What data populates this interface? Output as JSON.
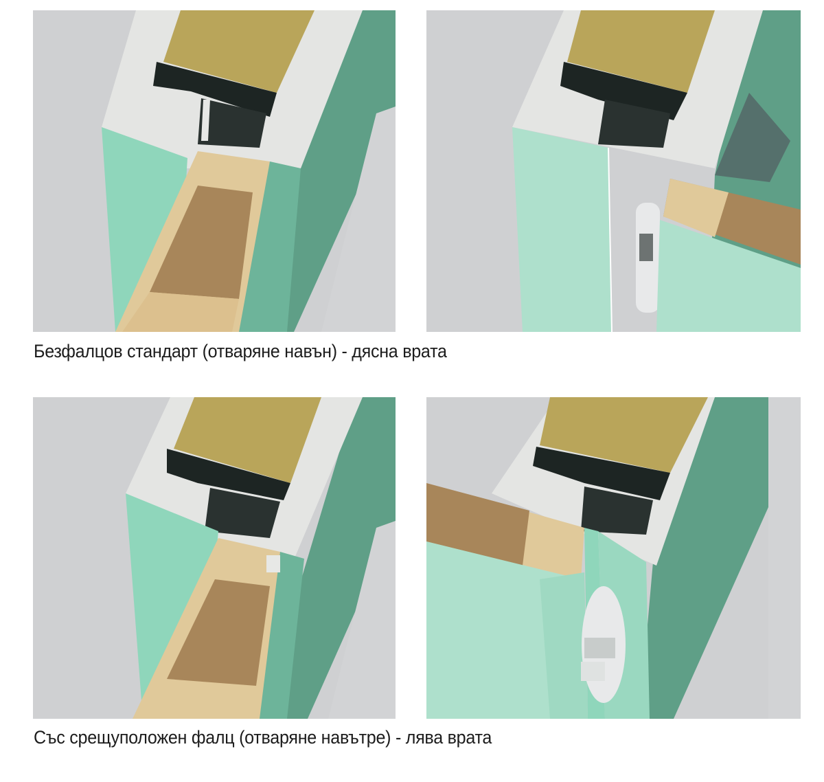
{
  "sections": [
    {
      "caption": "Безфалцов стандарт (отваряне навън) - дясна врата",
      "images": [
        {
          "name": "flush-door-section-frame-view",
          "subject": "door frame cross-section with mineral wool, aluminium profile, chipboard door leaf"
        },
        {
          "name": "flush-door-section-hinge-view",
          "subject": "door frame cross-section with concealed hinge and door leaf"
        }
      ]
    },
    {
      "caption": "Със срещуположен фалц (отваряне навътре) - лява врата",
      "images": [
        {
          "name": "rebated-door-section-frame-view",
          "subject": "door frame cross-section with rebate, mineral wool, aluminium profile, chipboard door leaf"
        },
        {
          "name": "rebated-door-section-hinge-view",
          "subject": "door frame cross-section with concealed 3D hinge and rebated door leaf"
        }
      ]
    }
  ],
  "colors": {
    "background_gray": "#cfd0d2",
    "frame_white": "#e4e5e3",
    "mint_light": "#8fd6bb",
    "mint_pale": "#aee0cc",
    "teal_dark": "#5e9e86",
    "wool_yellow": "#b9a55a",
    "wood_light": "#e0c99a",
    "chipboard": "#a8865a",
    "profile_dark": "#1d2523",
    "caption_text": "#1c1c1c"
  }
}
